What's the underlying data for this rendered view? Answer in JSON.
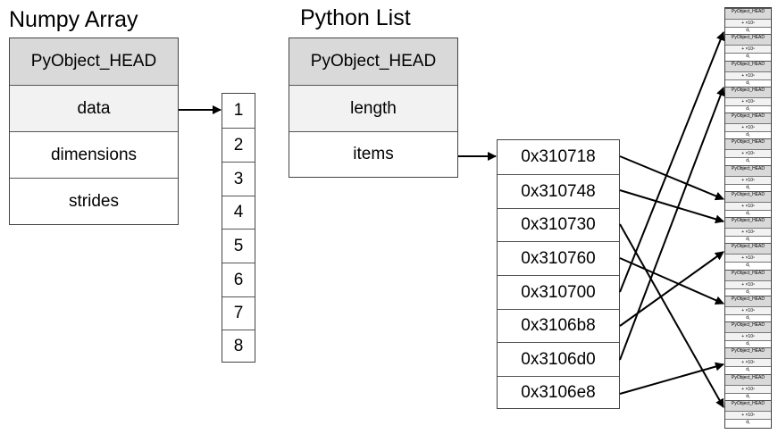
{
  "numpy": {
    "title": "Numpy Array",
    "fields": [
      "PyObject_HEAD",
      "data",
      "dimensions",
      "strides"
    ],
    "values": [
      "1",
      "2",
      "3",
      "4",
      "5",
      "6",
      "7",
      "8"
    ]
  },
  "pylist": {
    "title": "Python List",
    "fields": [
      "PyObject_HEAD",
      "length",
      "items"
    ],
    "pointers": [
      "0x310718",
      "0x310748",
      "0x310730",
      "0x310760",
      "0x310700",
      "0x3106b8",
      "0x3106d0",
      "0x3106e8"
    ]
  },
  "objects": {
    "head_label": "PyObject_HEAD",
    "mid_label": "+ ×10ⁿ",
    "digit_label": "d₁",
    "count": 16
  },
  "colors": {
    "shade_dark": "#d9d9d9",
    "shade_light": "#f2f2f2",
    "line": "#000000"
  }
}
